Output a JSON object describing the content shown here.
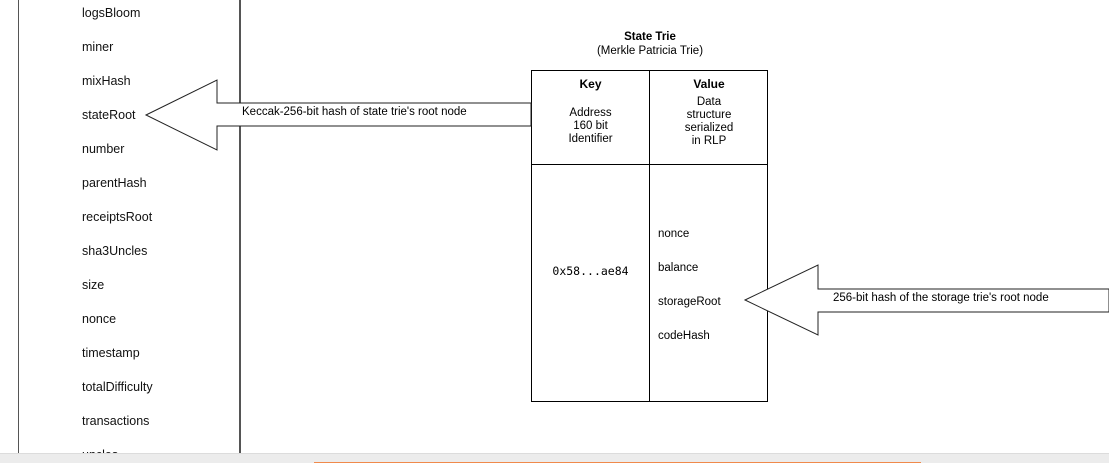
{
  "block_header_fields": [
    "logsBloom",
    "miner",
    "mixHash",
    "stateRoot",
    "number",
    "parentHash",
    "receiptsRoot",
    "sha3Uncles",
    "size",
    "nonce",
    "timestamp",
    "totalDifficulty",
    "transactions",
    "uncles"
  ],
  "state_trie": {
    "title": "State Trie",
    "subtitle": "(Merkle Patricia Trie)",
    "key_header": "Key",
    "value_header": "Value",
    "key_description": "Address\n160 bit\nIdentifier",
    "value_description": "Data\nstructure\nserialized\nin RLP",
    "key_example": "0x58...ae84",
    "value_fields": [
      "nonce",
      "balance",
      "storageRoot",
      "codeHash"
    ]
  },
  "arrows": {
    "state_root_label": "Keccak-256-bit hash of state trie's root node",
    "storage_root_label": "256-bit hash of the storage trie's root node"
  }
}
